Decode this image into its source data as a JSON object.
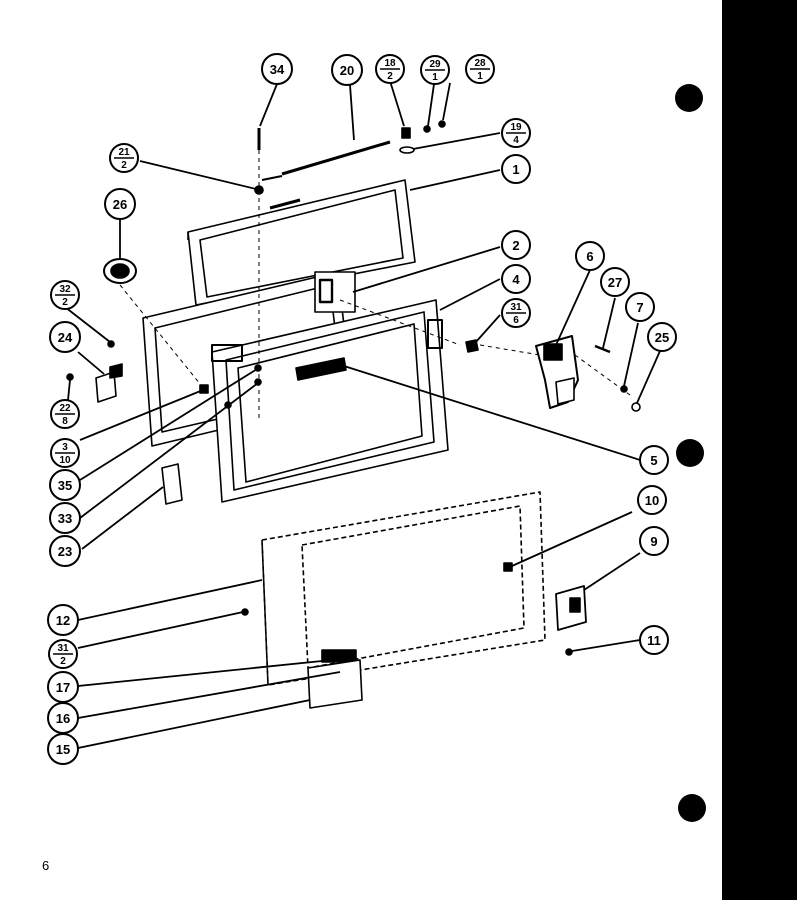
{
  "page": {
    "number": "6"
  },
  "callouts": [
    {
      "id": "34",
      "top": "34"
    },
    {
      "id": "20",
      "top": "20"
    },
    {
      "id": "18-2",
      "top": "18",
      "bottom": "2"
    },
    {
      "id": "29-1",
      "top": "29",
      "bottom": "1"
    },
    {
      "id": "28-1",
      "top": "28",
      "bottom": "1"
    },
    {
      "id": "19-4",
      "top": "19",
      "bottom": "4"
    },
    {
      "id": "21-2",
      "top": "21",
      "bottom": "2"
    },
    {
      "id": "1",
      "top": "1"
    },
    {
      "id": "26",
      "top": "26"
    },
    {
      "id": "2",
      "top": "2"
    },
    {
      "id": "6",
      "top": "6"
    },
    {
      "id": "4",
      "top": "4"
    },
    {
      "id": "27",
      "top": "27"
    },
    {
      "id": "32-2",
      "top": "32",
      "bottom": "2"
    },
    {
      "id": "31-6",
      "top": "31",
      "bottom": "6"
    },
    {
      "id": "7",
      "top": "7"
    },
    {
      "id": "24",
      "top": "24"
    },
    {
      "id": "25",
      "top": "25"
    },
    {
      "id": "22-8",
      "top": "22",
      "bottom": "8"
    },
    {
      "id": "3-10",
      "top": "3",
      "bottom": "10"
    },
    {
      "id": "5",
      "top": "5"
    },
    {
      "id": "35",
      "top": "35"
    },
    {
      "id": "33",
      "top": "33"
    },
    {
      "id": "10",
      "top": "10"
    },
    {
      "id": "23",
      "top": "23"
    },
    {
      "id": "9",
      "top": "9"
    },
    {
      "id": "12",
      "top": "12"
    },
    {
      "id": "31-2",
      "top": "31",
      "bottom": "2"
    },
    {
      "id": "11",
      "top": "11"
    },
    {
      "id": "17",
      "top": "17"
    },
    {
      "id": "16",
      "top": "16"
    },
    {
      "id": "15",
      "top": "15"
    }
  ]
}
